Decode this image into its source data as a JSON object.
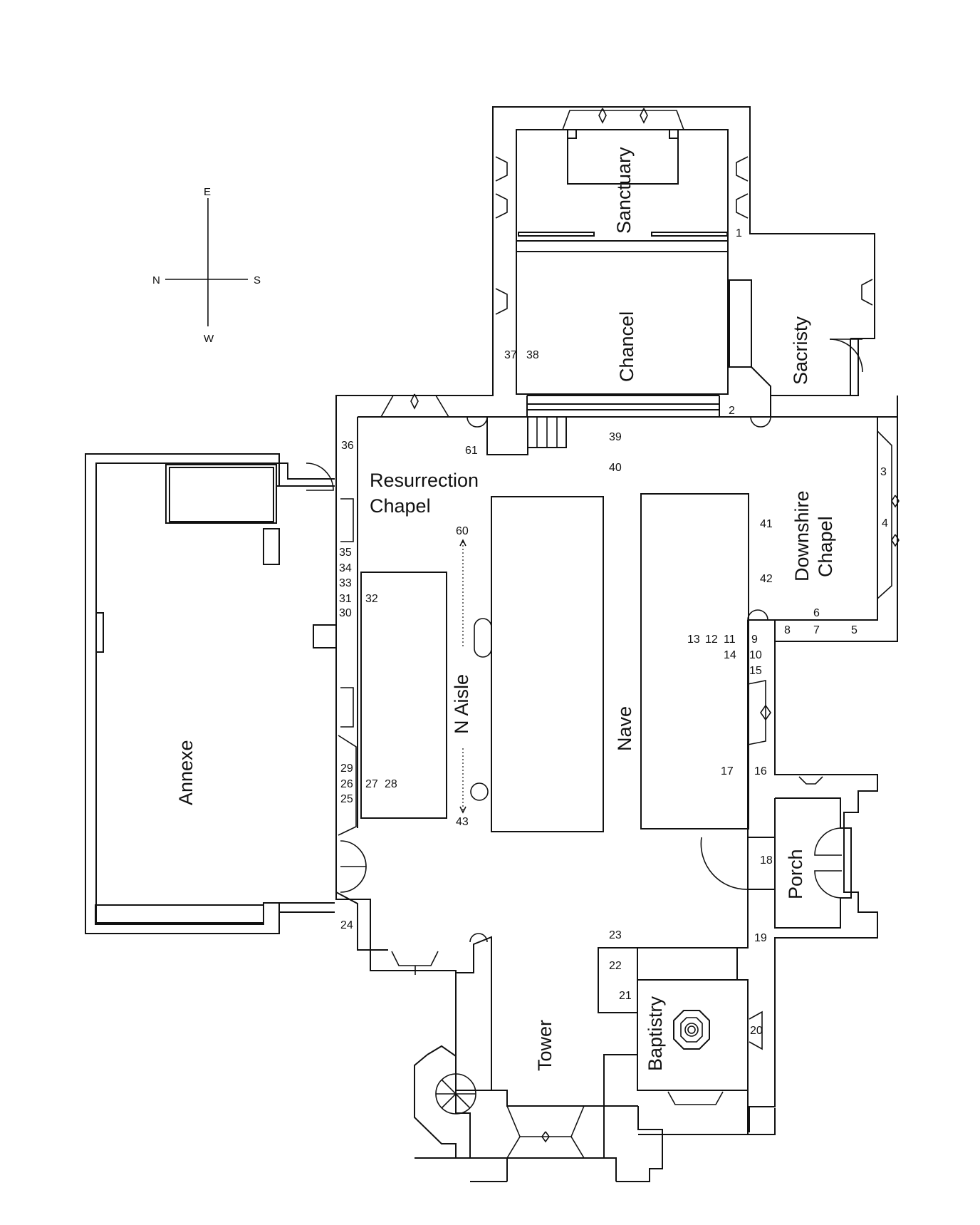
{
  "compass": {
    "n": "N",
    "s": "S",
    "e": "E",
    "w": "W"
  },
  "rooms": {
    "sanctuary": "Sanctuary",
    "chancel": "Chancel",
    "sacristy": "Sacristy",
    "resurrection_chapel_line1": "Resurrection",
    "resurrection_chapel_line2": "Chapel",
    "downshire_chapel_line1": "Downshire",
    "downshire_chapel_line2": "Chapel",
    "n_aisle": "N Aisle",
    "nave": "Nave",
    "annexe": "Annexe",
    "porch": "Porch",
    "tower": "Tower",
    "baptistry": "Baptistry"
  },
  "points": [
    "1",
    "2",
    "3",
    "4",
    "5",
    "6",
    "7",
    "8",
    "9",
    "10",
    "11",
    "12",
    "13",
    "14",
    "15",
    "16",
    "17",
    "18",
    "19",
    "20",
    "21",
    "22",
    "23",
    "24",
    "25",
    "26",
    "27",
    "28",
    "29",
    "30",
    "31",
    "32",
    "33",
    "34",
    "35",
    "36",
    "37",
    "38",
    "39",
    "40",
    "41",
    "42",
    "43",
    "60",
    "61"
  ]
}
